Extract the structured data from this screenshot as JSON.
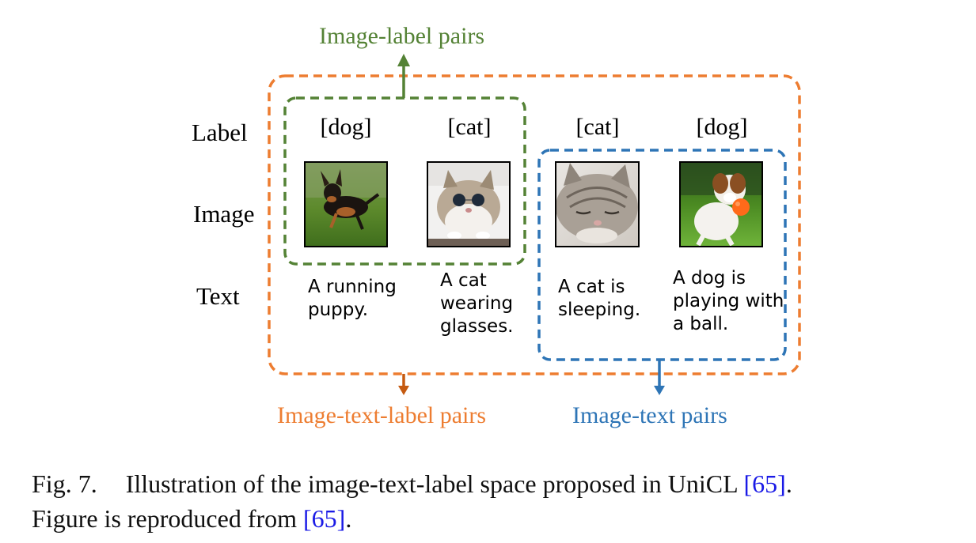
{
  "groups": {
    "image_label": {
      "label": "Image-label pairs",
      "color": "#548235"
    },
    "image_text_label": {
      "label": "Image-text-label pairs",
      "color": "#ed7d31"
    },
    "image_text": {
      "label": "Image-text pairs",
      "color": "#2e75b6"
    },
    "arrow_orange": "#c55a11"
  },
  "row_labels": {
    "label": "Label",
    "image": "Image",
    "text": "Text"
  },
  "columns": [
    {
      "label": "[dog]",
      "image_icon": "running-puppy-photo",
      "text_lines": [
        "A running",
        "puppy."
      ]
    },
    {
      "label": "[cat]",
      "image_icon": "cat-with-glasses-photo",
      "text_lines": [
        "A cat",
        "wearing",
        "glasses."
      ]
    },
    {
      "label": "[cat]",
      "image_icon": "sleeping-kitten-photo",
      "text_lines": [
        "A cat is",
        "sleeping."
      ]
    },
    {
      "label": "[dog]",
      "image_icon": "dog-with-ball-photo",
      "text_lines": [
        "A dog is",
        "playing with",
        "a ball."
      ]
    }
  ],
  "caption": {
    "fig_label": "Fig. 7.",
    "text_main": "Illustration of the image-text-label space proposed in UniCL ",
    "cite1": "[65]",
    "after1": ".",
    "line2": "Figure is reproduced from ",
    "cite2": "[65]",
    "after2": "."
  }
}
